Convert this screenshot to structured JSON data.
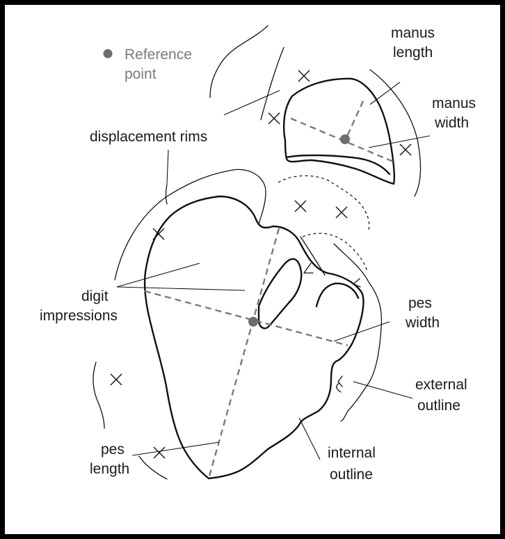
{
  "legend": {
    "marker_color": "#6e6e6e",
    "line1": "Reference",
    "line2": "point"
  },
  "labels": {
    "manus_length": [
      "manus",
      "length"
    ],
    "manus_width": [
      "manus",
      "width"
    ],
    "displacement_rims": "displacement rims",
    "digit_impressions": [
      "digit",
      "impressions"
    ],
    "pes_width": [
      "pes",
      "width"
    ],
    "external_outline": [
      "external",
      "outline"
    ],
    "pes_length": [
      "pes",
      "length"
    ],
    "internal_outline": [
      "internal",
      "outline"
    ]
  },
  "colors": {
    "measurement_line": "#7a7a7a",
    "outline": "#111111",
    "frame": "#000000"
  }
}
